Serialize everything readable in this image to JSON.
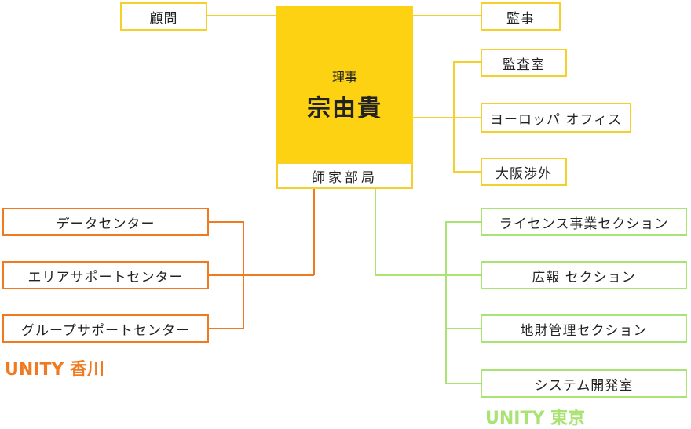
{
  "chief": {
    "role": "理事",
    "name": "宗由貴"
  },
  "secretariat": {
    "label": "師家部局"
  },
  "yellow_boxes": {
    "advisor": "顧問",
    "auditor": "監事",
    "audit_office": "監査室",
    "europe_office": "ヨーロッパ オフィス",
    "osaka_liaison": "大阪渉外"
  },
  "kagawa": {
    "group_label": "UNITY 香川",
    "items": [
      "データセンター",
      "エリアサポートセンター",
      "グループサポートセンター"
    ]
  },
  "tokyo": {
    "group_label": "UNITY 東京",
    "items": [
      "ライセンス事業セクション",
      "広報 セクション",
      "地財管理セクション",
      "システム開発室"
    ]
  },
  "colors": {
    "chief_fill": "#fcd213",
    "yellow_line": "#f5cf2a",
    "kagawa_orange": "#f07a1f",
    "tokyo_green": "#a9e374"
  }
}
